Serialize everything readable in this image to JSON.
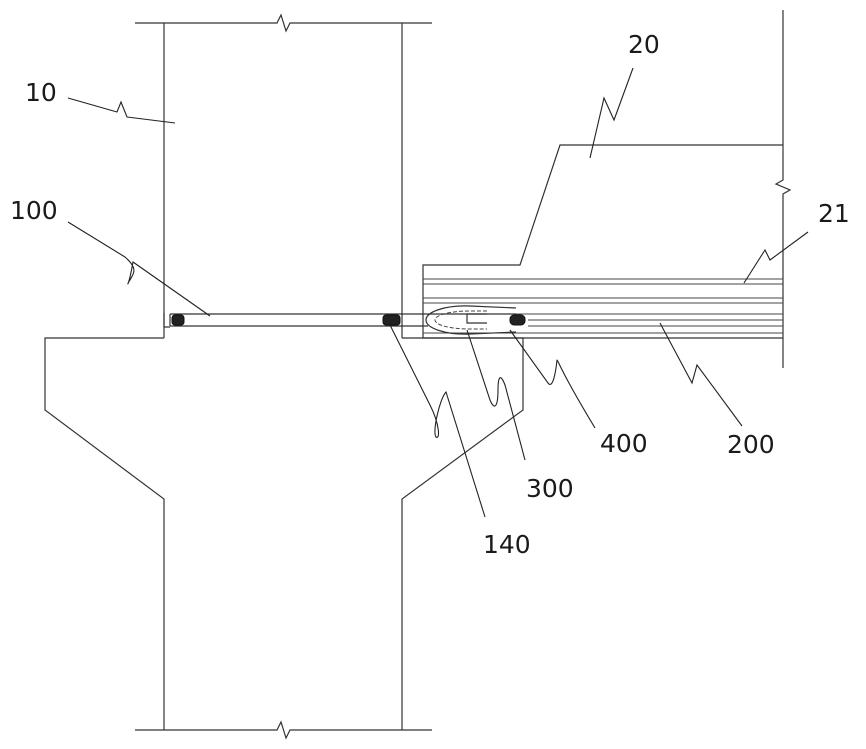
{
  "diagram": {
    "labels": {
      "l10": "10",
      "l20": "20",
      "l21": "21",
      "l100": "100",
      "l140": "140",
      "l200": "200",
      "l300": "300",
      "l400": "400"
    },
    "colors": {
      "line": "#333333",
      "seal": "#222222",
      "background": "#ffffff"
    }
  }
}
